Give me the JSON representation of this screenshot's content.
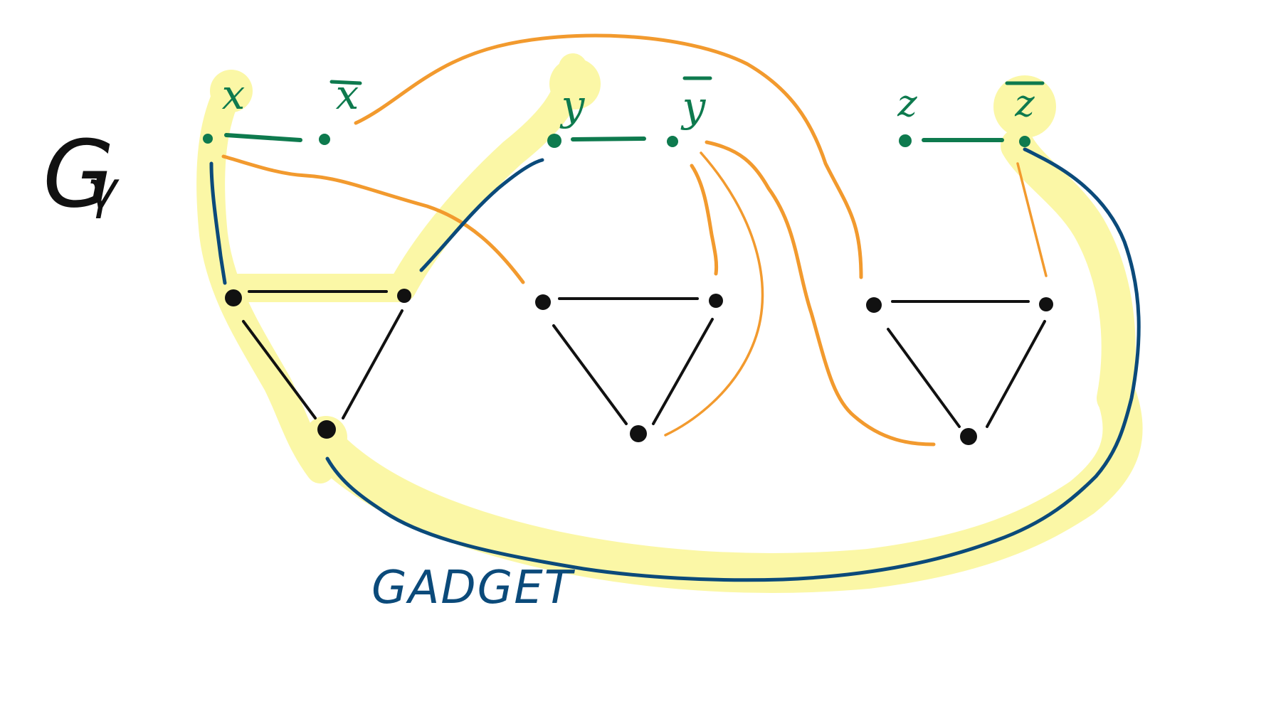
{
  "title": {
    "main": "G",
    "sub": "γ"
  },
  "gadget_label": "GADGET",
  "variables": [
    {
      "id": "x",
      "label": "x",
      "negated": false
    },
    {
      "id": "x_bar",
      "label": "x",
      "negated": true
    },
    {
      "id": "y",
      "label": "y",
      "negated": false
    },
    {
      "id": "y_bar",
      "label": "y",
      "negated": true
    },
    {
      "id": "z",
      "label": "z",
      "negated": false
    },
    {
      "id": "z_bar",
      "label": "z",
      "negated": true
    }
  ],
  "clauses": [
    {
      "id": "clause-1",
      "highlighted": true
    },
    {
      "id": "clause-2",
      "highlighted": false
    },
    {
      "id": "clause-3",
      "highlighted": false
    }
  ],
  "colors": {
    "variable": "#0e7a4e",
    "triangle": "#111111",
    "gadget_path": "#0b4a7a",
    "clause_link": "#f29a2e",
    "highlight": "#fbf7a6",
    "title": "#111111",
    "gadget_label": "#0b4a7a"
  }
}
